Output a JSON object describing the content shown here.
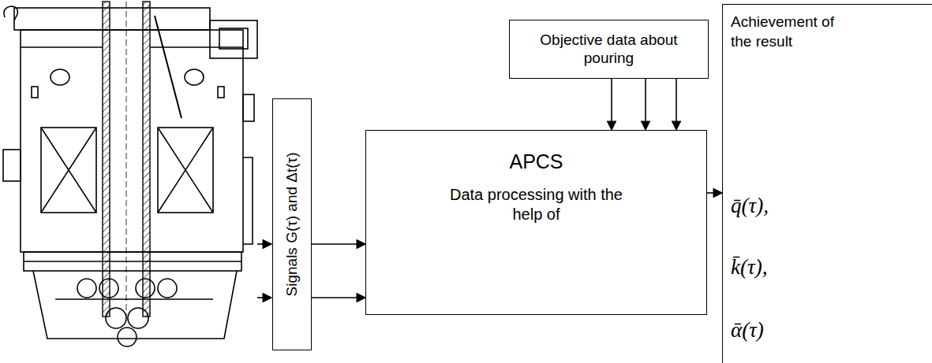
{
  "diagram": {
    "nodes": [
      {
        "text": [
          "Signals G(τ) and Δt(τ)"
        ]
      },
      {
        "text": [
          "Objective data about pouring"
        ]
      },
      {
        "text": [
          "APCS",
          "Data processing with the help of"
        ]
      },
      {
        "text": [
          "Achievement of the result",
          "q̄(τ),",
          "k̄(τ),",
          "ᾱ(τ)"
        ]
      }
    ],
    "edges": [
      {
        "from": 0,
        "to": 2,
        "arrow": "to"
      },
      {
        "from": 0,
        "to": 2,
        "arrow": "to"
      },
      {
        "from": 1,
        "to": 2,
        "arrow": "to"
      },
      {
        "from": 1,
        "to": 2,
        "arrow": "to"
      },
      {
        "from": 1,
        "to": 2,
        "arrow": "to"
      },
      {
        "from": 2,
        "to": 3,
        "arrow": "to"
      }
    ]
  }
}
